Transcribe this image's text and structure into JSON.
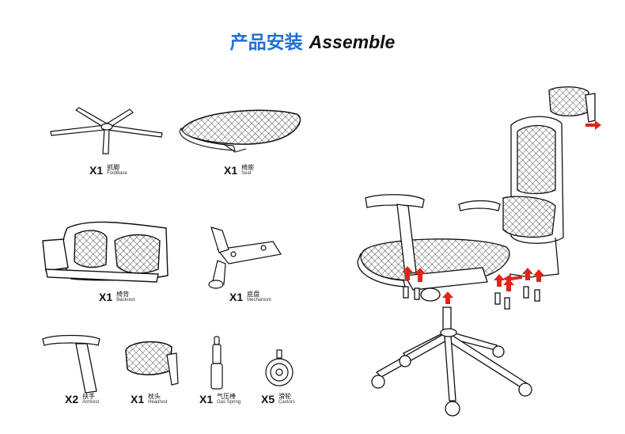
{
  "title": {
    "zh": "产品安装",
    "en": "Assemble"
  },
  "parts": [
    {
      "qty": "X1",
      "zh": "抓脚",
      "en": "FootBase"
    },
    {
      "qty": "X1",
      "zh": "椅座",
      "en": "Seat"
    },
    {
      "qty": "X1",
      "zh": "椅背",
      "en": "Backrest"
    },
    {
      "qty": "X1",
      "zh": "底盘",
      "en": "Mechanism"
    },
    {
      "qty": "X2",
      "zh": "扶手",
      "en": "Armrest"
    },
    {
      "qty": "X1",
      "zh": "枕头",
      "en": "Headrest"
    },
    {
      "qty": "X1",
      "zh": "气压棒",
      "en": "Gas Spring"
    },
    {
      "qty": "X5",
      "zh": "滑轮",
      "en": "Castors"
    }
  ],
  "colors": {
    "title": "#1e6fd6",
    "arrow": "#e2231a"
  }
}
